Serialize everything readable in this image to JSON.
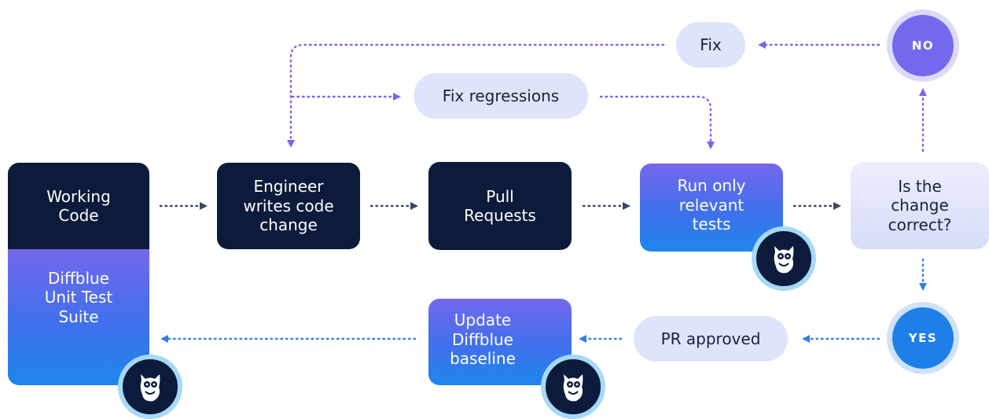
{
  "nodes": {
    "working_code": "Working\nCode",
    "test_suite": "Diffblue\nUnit Test\nSuite",
    "engineer": "Engineer\nwrites code\nchange",
    "pull_requests": "Pull\nRequests",
    "run_tests": "Run only\nrelevant\ntests",
    "decision": "Is the\nchange\ncorrect?",
    "update_baseline": "Update\nDiffblue\nbaseline"
  },
  "pills": {
    "fix": "Fix",
    "fix_regressions": "Fix regressions",
    "pr_approved": "PR approved"
  },
  "outcomes": {
    "no": "NO",
    "yes": "YES"
  },
  "icons": {
    "badge": "diffblue-owl-logo"
  },
  "colors": {
    "dark_node": "#0c1b3b",
    "accent_purple": "#7468ec",
    "accent_blue": "#1e7fe8",
    "pill_bg": "#dfe4fa",
    "arrow_dark": "#3d4660",
    "arrow_blue": "#2f7fe6"
  }
}
